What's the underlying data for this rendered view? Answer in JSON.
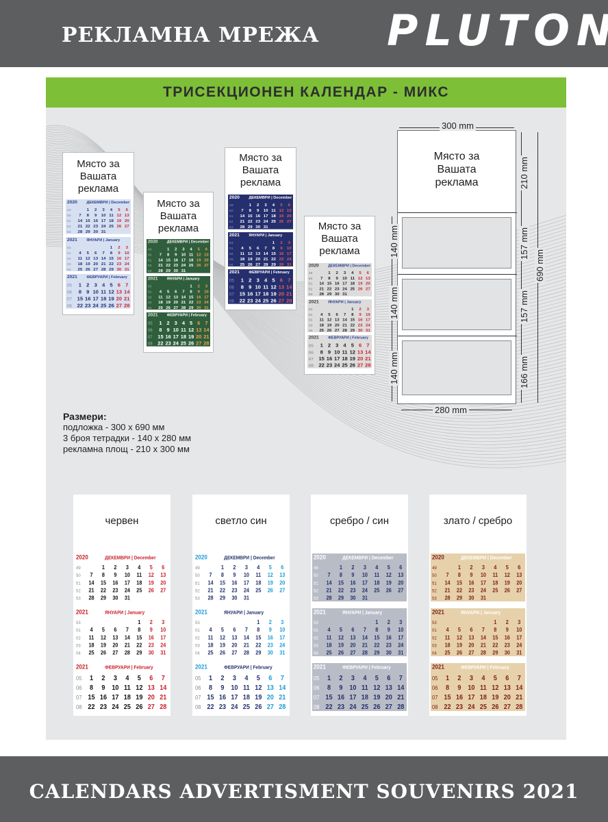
{
  "header": {
    "title": "РЕКЛАМНА МРЕЖА",
    "logo": "PLUTON"
  },
  "banner": {
    "title": "ТРИСЕКЦИОНЕН  КАЛЕНДАР - МИКС"
  },
  "ad_label_lines": [
    "Място за",
    "Вашата",
    "реклама"
  ],
  "month_labels": {
    "dec": "декември",
    "jan": "януари",
    "feb": "февруари"
  },
  "variants": [
    {
      "id": "red",
      "accent": "#c8202b",
      "frame": "#ffffff"
    },
    {
      "id": "blue",
      "accent": "#1b9bd7",
      "frame": "#ffffff"
    },
    {
      "id": "silver-blue",
      "accent": "#23306b",
      "frame": "#2a3670"
    },
    {
      "id": "gold-silver",
      "accent": "#7e1e1e",
      "frame": "#c7a36a"
    }
  ],
  "dimensions": {
    "width_top": "300 mm",
    "width_bottom": "280 mm",
    "ad_height": "210 mm",
    "section_height_1": "157 mm",
    "section_height_2": "157 mm",
    "section_height_3": "166 mm",
    "total_height": "690 mm",
    "pad_height_1": "140 mm",
    "pad_height_2": "140 mm",
    "pad_height_3": "140 mm"
  },
  "sizes": {
    "heading": "Размери:",
    "lines": [
      "подложка - 300 x 690 мм",
      "3 броя тетрадки - 140 x 280 мм",
      "рекламна площ - 210 x 300 мм"
    ]
  },
  "swatches": [
    {
      "label": "червен",
      "theme": "red"
    },
    {
      "label": "светло син",
      "theme": "lightblue"
    },
    {
      "label": "сребро / син",
      "theme": "silverblue"
    },
    {
      "label": "злато / сребро",
      "theme": "goldsilver"
    }
  ],
  "footer": {
    "text": "CALENDARS ADVERTISMENT SOUVENIRS 2021"
  },
  "months": {
    "dec_2020": {
      "year": "2020",
      "label": "ДЕКЕМВРИ",
      "label_en": "December",
      "weeks": [
        "49",
        "50",
        "51",
        "52",
        "53"
      ],
      "rows": [
        [
          "",
          "1",
          "2",
          "3",
          "4",
          "5",
          "6"
        ],
        [
          "7",
          "8",
          "9",
          "10",
          "11",
          "12",
          "13"
        ],
        [
          "14",
          "15",
          "16",
          "17",
          "18",
          "19",
          "20"
        ],
        [
          "21",
          "22",
          "23",
          "24",
          "25",
          "26",
          "27"
        ],
        [
          "28",
          "29",
          "30",
          "31",
          "",
          "",
          ""
        ]
      ]
    },
    "jan_2021": {
      "year": "2021",
      "label": "ЯНУАРИ",
      "label_en": "January",
      "weeks": [
        "53",
        "01",
        "02",
        "03",
        "04"
      ],
      "rows": [
        [
          "",
          "",
          "",
          "",
          "1",
          "2",
          "3"
        ],
        [
          "4",
          "5",
          "6",
          "7",
          "8",
          "9",
          "10"
        ],
        [
          "11",
          "12",
          "13",
          "14",
          "15",
          "16",
          "17"
        ],
        [
          "18",
          "19",
          "20",
          "21",
          "22",
          "23",
          "24"
        ],
        [
          "25",
          "26",
          "27",
          "28",
          "29",
          "30",
          "31"
        ]
      ]
    },
    "feb_2021": {
      "year": "2021",
      "label": "ФЕВРУАРИ",
      "label_en": "February",
      "weeks": [
        "05",
        "06",
        "07",
        "08"
      ],
      "rows": [
        [
          "1",
          "2",
          "3",
          "4",
          "5",
          "6",
          "7"
        ],
        [
          "8",
          "9",
          "10",
          "11",
          "12",
          "13",
          "14"
        ],
        [
          "15",
          "16",
          "17",
          "18",
          "19",
          "20",
          "21"
        ],
        [
          "22",
          "23",
          "24",
          "25",
          "26",
          "27",
          "28"
        ]
      ]
    }
  }
}
